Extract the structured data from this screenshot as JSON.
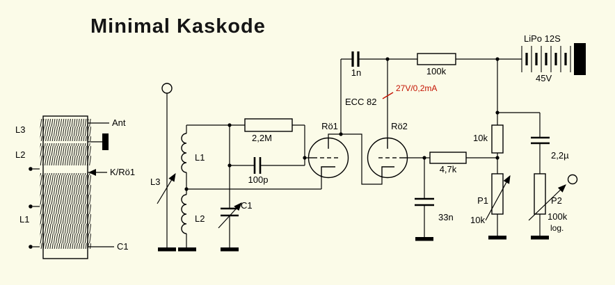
{
  "title": "Minimal Kaskode",
  "colors": {
    "background": "#FBFBE8",
    "ink": "#000000",
    "annotation": "#C41200"
  },
  "coil_former": {
    "winding_labels": [
      "L3",
      "L2",
      "L1"
    ],
    "tap_labels": [
      "Ant",
      "K/Rö1",
      "C1"
    ]
  },
  "schematic": {
    "antenna_coil": "L3",
    "tank_coil": "L1",
    "feedback_coil": "L2",
    "tuning_capacitor": "C1",
    "grid_resistor": "2,2M",
    "grid_capacitor": "100p",
    "tube1": "Rö1",
    "tube2": "Rö2",
    "tube_type": "ECC 82",
    "anode_capacitor": "1n",
    "anode_resistor": "100k",
    "battery_type": "LiPo 12S",
    "battery_voltage": "45V",
    "operating_point": "27V/0,2mA",
    "bias_resistor": "4,7k",
    "bias_capacitor": "33n",
    "divider_resistor": "10k",
    "pot1": "P1",
    "pot1_value": "10k",
    "output_capacitor": "2,2µ",
    "pot2": "P2",
    "pot2_value": "100k",
    "pot2_taper": "log."
  }
}
